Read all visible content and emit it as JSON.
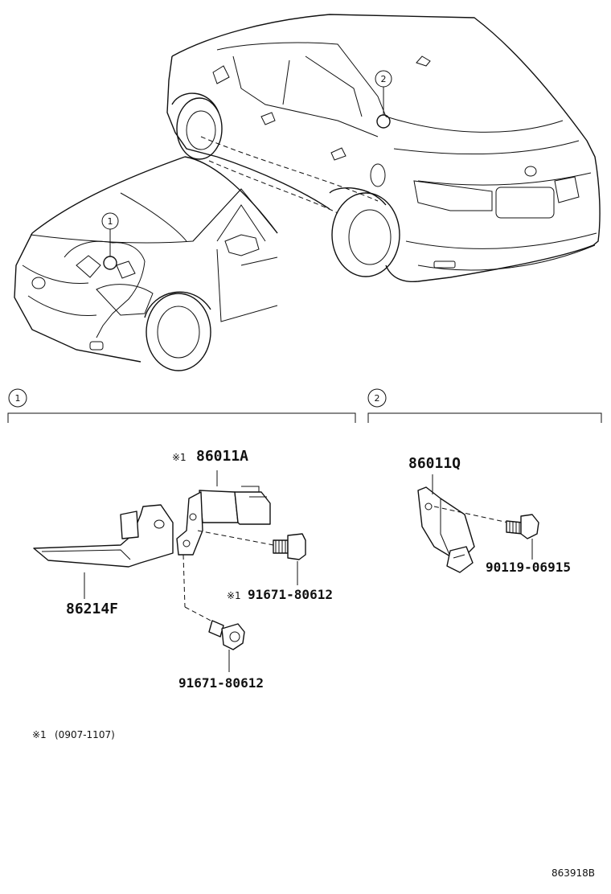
{
  "callouts": {
    "front": "1",
    "rear": "2"
  },
  "sections": [
    {
      "id": "1",
      "label": "1"
    },
    {
      "id": "2",
      "label": "2"
    }
  ],
  "parts": {
    "sensor_a": {
      "mark": "※1",
      "number": "86011A"
    },
    "bracket": {
      "number": "86214F"
    },
    "bolt_a": {
      "mark": "※1",
      "number": "91671-80612"
    },
    "bolt_b": {
      "number": "91671-80612"
    },
    "sensor_q": {
      "number": "86011Q"
    },
    "bolt_c": {
      "number": "90119-06915"
    }
  },
  "note": {
    "mark": "※1",
    "text": "(0907-1107)"
  },
  "figure_id": "863918B"
}
